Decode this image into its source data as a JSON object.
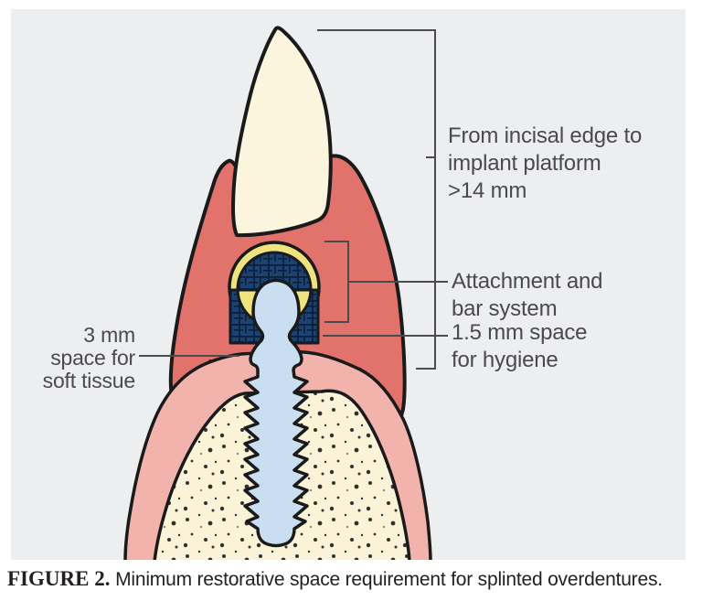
{
  "figure": {
    "labels": {
      "incisal": {
        "line1": "From incisal edge to",
        "line2": "implant platform",
        "line3": ">14 mm"
      },
      "attachment": {
        "line1": "Attachment and",
        "line2": "bar system"
      },
      "hygiene": {
        "line1": "1.5 mm space",
        "line2": "for hygiene"
      },
      "soft_tissue": {
        "line1": "3 mm",
        "line2": "space for",
        "line3": "soft tissue"
      }
    },
    "caption": {
      "label": "FIGURE 2.",
      "text": " Minimum restorative space requirement for splinted overdentures."
    },
    "colors": {
      "panel_bg": "#EDEEF0",
      "outline": "#1A1A1A",
      "line": "#4B4B4D",
      "text": "#4A4A4C",
      "denture_coral": "#E2736C",
      "crown_cream": "#FAF5DC",
      "attachment_yellow": "#EFE380",
      "bar_navy": "#1B4273",
      "implant_blue": "#C9DFF1",
      "tissue_pink": "#F2B3AD",
      "bone_cream": "#FAF3D8"
    }
  }
}
